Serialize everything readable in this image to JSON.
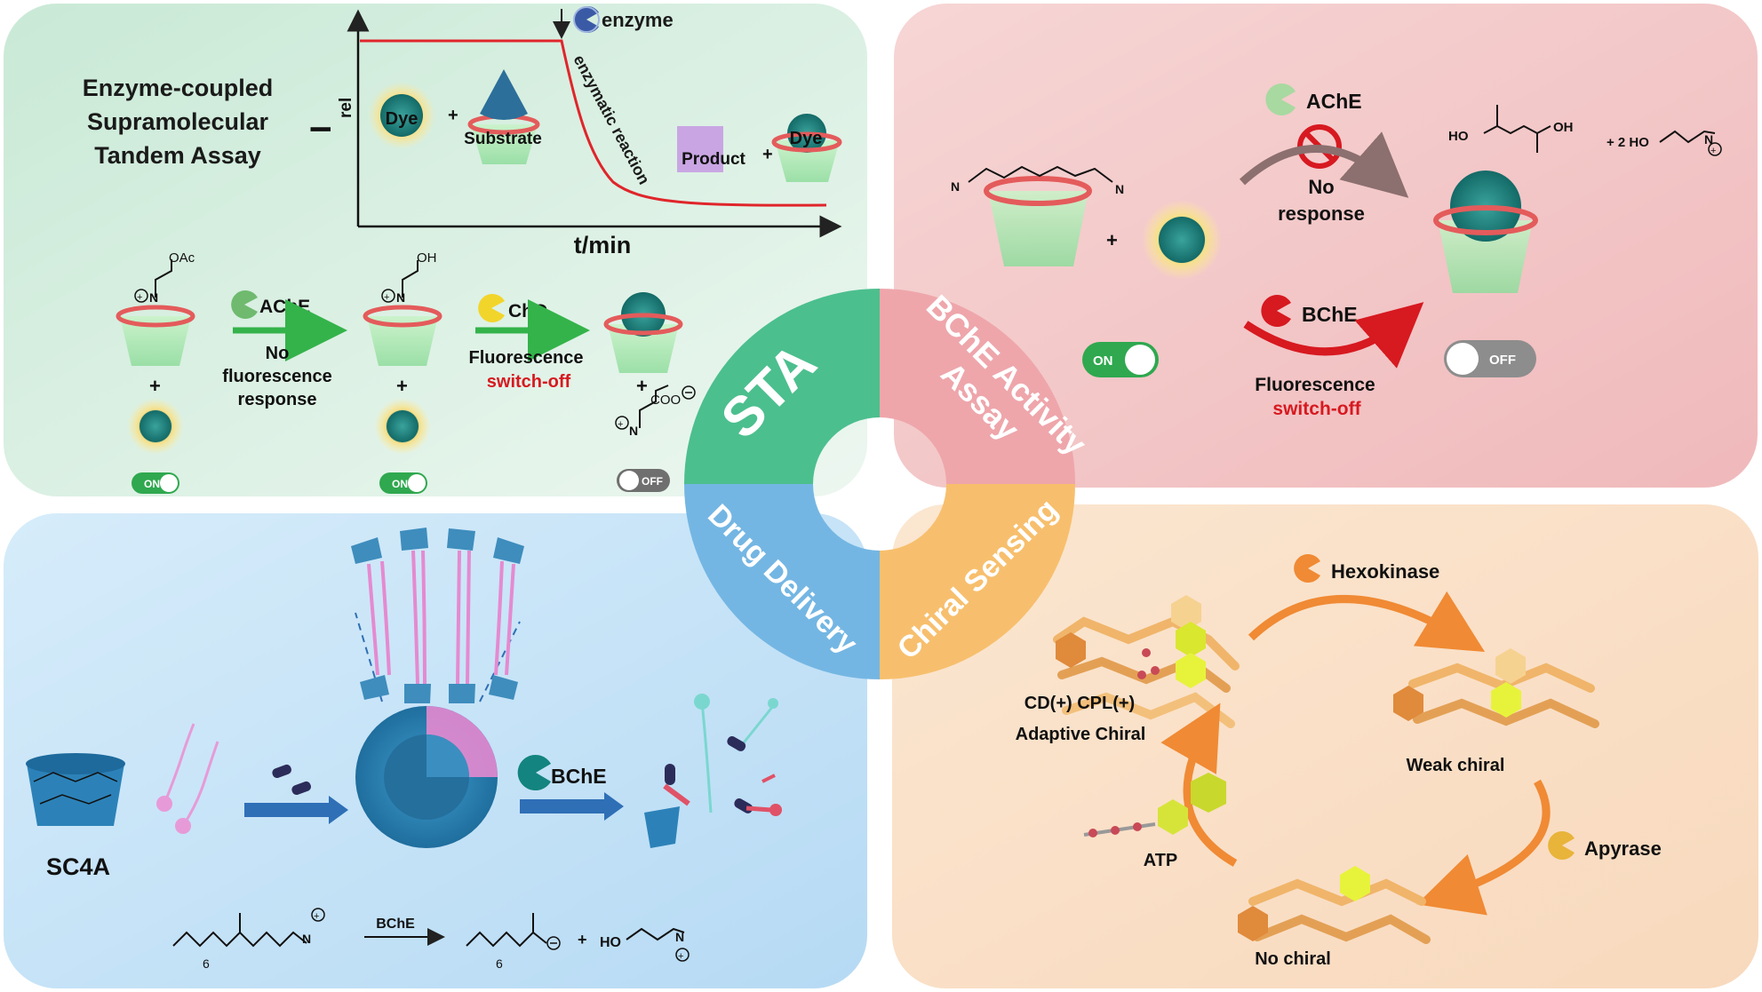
{
  "top_left": {
    "title_lines": [
      "Enzyme-coupled",
      "Supramolecular",
      "Tandem Assay"
    ],
    "plot": {
      "y_axis_label": "I",
      "y_axis_sub": "rel",
      "x_axis_label": "t/min",
      "enzyme_label": "enzyme",
      "curve_label": "enzymatic reaction",
      "dye_label": "Dye",
      "substrate_label": "Substrate",
      "product_label": "Product",
      "plus": "+"
    },
    "scheme": {
      "oac_label": "OAc",
      "oh_label": "OH",
      "ache_label": "AChE",
      "no_response_lines": [
        "No",
        "fluorescence",
        "response"
      ],
      "cho_label": "ChO",
      "fluorescence_label": "Fluorescence",
      "switch_off_label": "switch-off",
      "coo_label": "COO",
      "on_label": "ON",
      "off_label": "OFF",
      "plus": "+"
    }
  },
  "top_right": {
    "ache_label": "AChE",
    "no_response_lines": [
      "No",
      "response"
    ],
    "bche_label": "BChE",
    "fluorescence_label": "Fluorescence",
    "switch_off_label": "switch-off",
    "on_label": "ON",
    "off_label": "OFF",
    "ho_label": "HO",
    "oh_label": "OH",
    "two_ho_label": "+ 2 HO",
    "plus": "+"
  },
  "center": {
    "segments": [
      {
        "label": "STA",
        "color": "#4cbf8e"
      },
      {
        "label": "BChE Activity Assay",
        "color": "#eea6ab"
      },
      {
        "label": "Chiral Sensing",
        "color": "#f7bf6d"
      },
      {
        "label": "Drug Delivery",
        "color": "#74b6e3"
      }
    ]
  },
  "bottom_left": {
    "sc4a_label": "SC4A",
    "bche_label": "BChE",
    "reaction_bche_label": "BChE",
    "ho_label": "HO",
    "subscript_six": "6",
    "plus": "+"
  },
  "bottom_right": {
    "hexokinase_label": "Hexokinase",
    "apyrase_label": "Apyrase",
    "cd_cpl_label": "CD(+) CPL(+)",
    "adaptive_label": "Adaptive Chiral",
    "weak_label": "Weak chiral",
    "no_chiral_label": "No chiral",
    "atp_label": "ATP"
  },
  "colors": {
    "panel_green": "#d7efe1",
    "panel_pink": "#f5c9ca",
    "panel_blue": "#c6e3f7",
    "panel_orange": "#fae0c6",
    "curve_red": "#e0252b",
    "switch_off_red": "#d71920",
    "arrow_green": "#34b34a",
    "arrow_blue": "#2f6fb6",
    "arrow_orange": "#f08a34",
    "switch_green": "#2fa84f"
  }
}
